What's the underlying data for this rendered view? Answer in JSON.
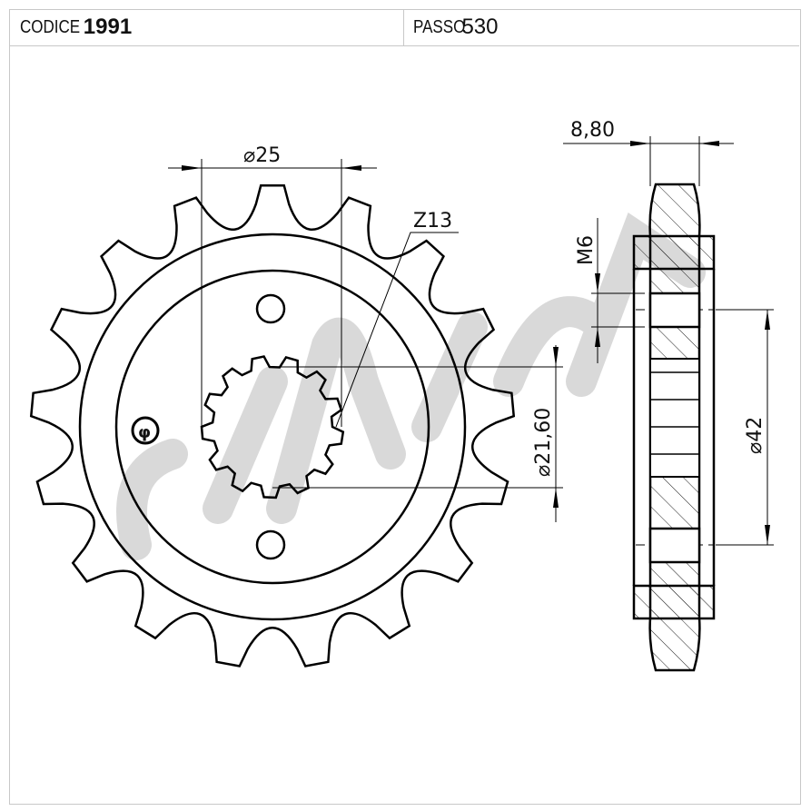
{
  "header": {
    "code_label": "CODICE",
    "code_value": "1991",
    "pitch_label": "PASSO",
    "pitch_value": "530"
  },
  "dimensions": {
    "spline_diameter": "⌀25",
    "teeth": "Z13",
    "inner_diameter": "⌀21,60",
    "thickness": "8,80",
    "thread": "M6",
    "bolt_circle": "⌀42"
  },
  "sprocket_teeth": 17,
  "watermark": "logo"
}
